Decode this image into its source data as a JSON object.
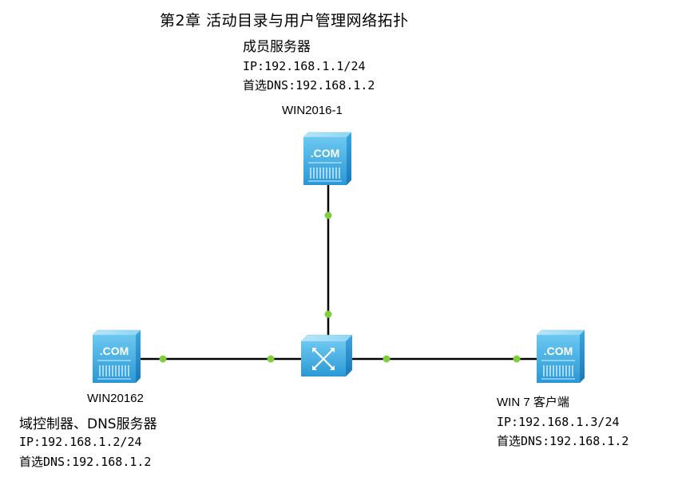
{
  "title": "第2章 活动目录与用户管理网络拓扑",
  "nodes": {
    "top": {
      "role": "成员服务器",
      "ip": "IP:192.168.1.1/24",
      "dns": "首选DNS:192.168.1.2",
      "hostname": "WIN2016-1",
      "icon_text": ".COM",
      "icon": "server-icon"
    },
    "left": {
      "hostname": "WIN20162",
      "role": "域控制器、DNS服务器",
      "ip": "IP:192.168.1.2/24",
      "dns": "首选DNS:192.168.1.2",
      "icon_text": ".COM",
      "icon": "server-icon"
    },
    "right": {
      "hostname": "WIN 7 客户端",
      "ip": "IP:192.168.1.3/24",
      "dns": "首选DNS:192.168.1.2",
      "icon_text": ".COM",
      "icon": "server-icon"
    },
    "center": {
      "icon": "switch-icon"
    }
  },
  "colors": {
    "device_light": "#8fd6f4",
    "device_mid": "#4bb6e8",
    "device_dark": "#1a86c8",
    "link": "#000000",
    "port": "#7ed03a"
  }
}
